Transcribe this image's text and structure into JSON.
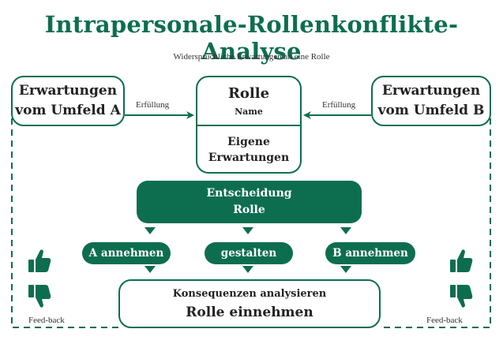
{
  "title": "Intrapersonale-Rollenkonflikte-Analyse",
  "subtitle": "Widersprüchliche Erwartungen an eine Rolle",
  "nodes": {
    "expect_a": {
      "line1": "Erwartungen",
      "line2": "vom Umfeld A"
    },
    "expect_b": {
      "line1": "Erwartungen",
      "line2": "vom Umfeld B"
    },
    "role": {
      "title": "Rolle",
      "name": "Name",
      "own_line1": "Eigene",
      "own_line2": "Erwartungen"
    },
    "decision": {
      "line1": "Entscheidung",
      "line2": "Rolle"
    },
    "options": [
      "A annehmen",
      "gestalten",
      "B annehmen"
    ],
    "consequence": {
      "line1": "Konsequenzen analysieren",
      "line2": "Rolle einnehmen"
    }
  },
  "edges": {
    "left_label": "Erfüllung",
    "right_label": "Erfüllung"
  },
  "feedback": {
    "left_label": "Feed-back",
    "right_label": "Feed-back",
    "icons": [
      "thumbs-up-icon",
      "thumbs-down-icon"
    ]
  },
  "colors": {
    "primary": "#0d6e4f",
    "text": "#222222"
  }
}
